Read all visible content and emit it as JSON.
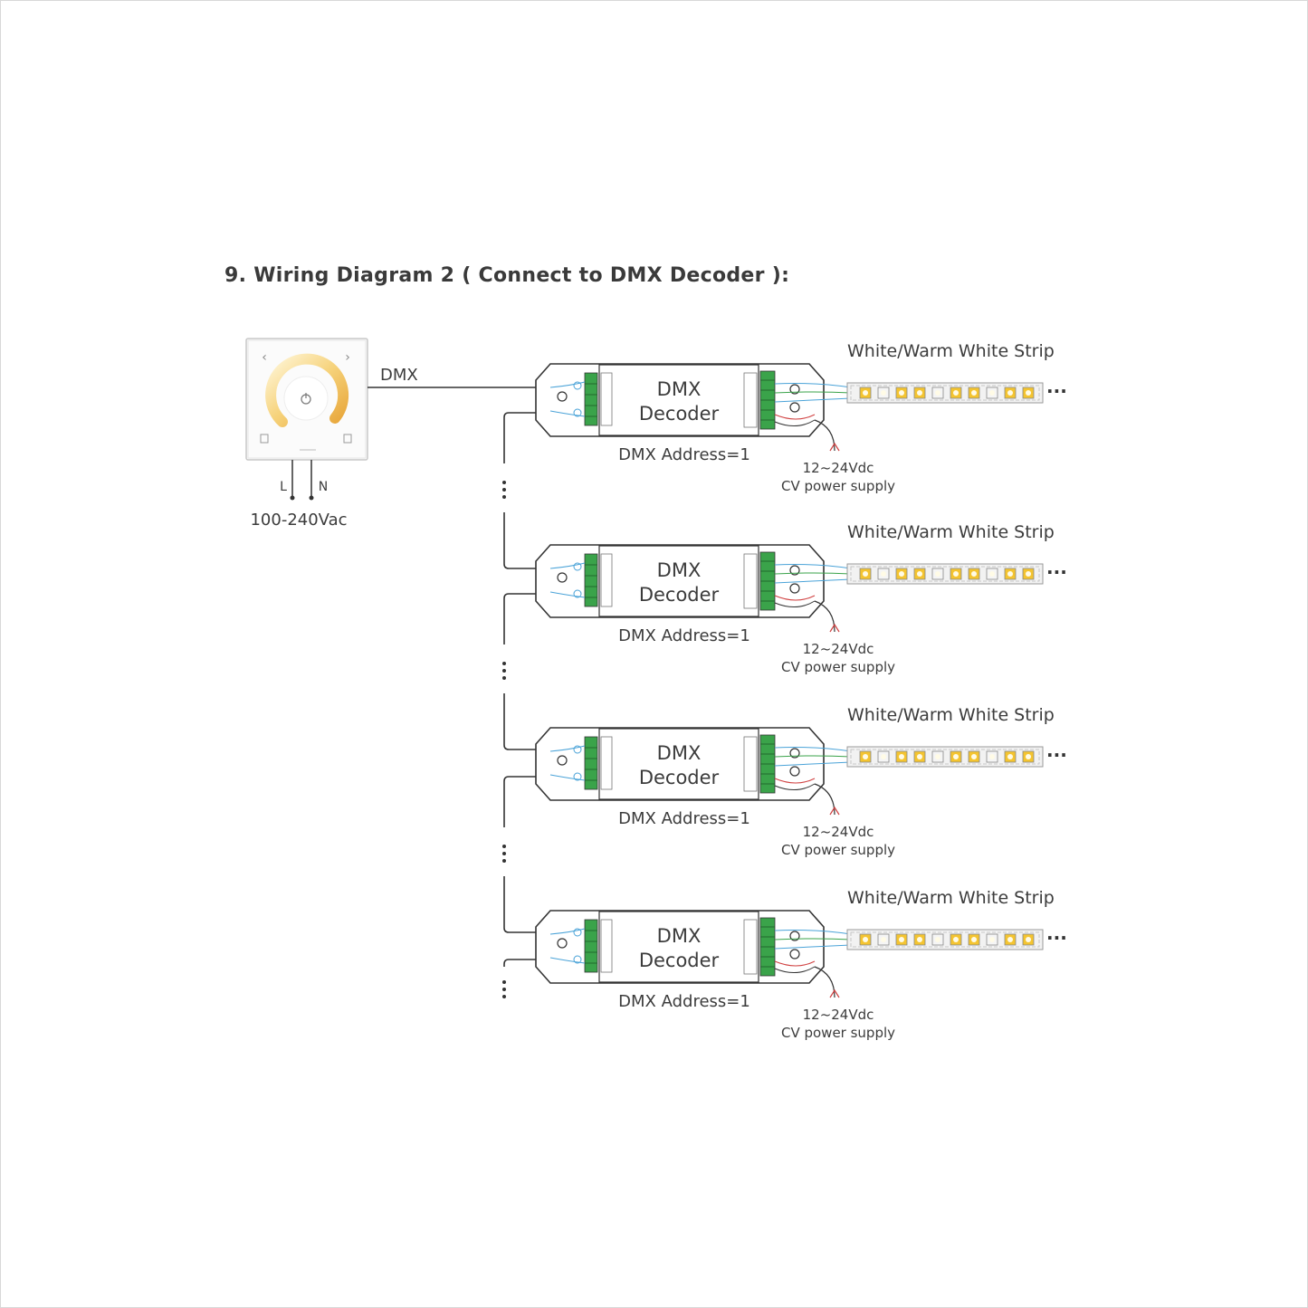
{
  "title": "9. Wiring Diagram 2 ( Connect to DMX Decoder ):",
  "controller": {
    "signal_label": "DMX",
    "live_label": "L",
    "neutral_label": "N",
    "mains_label": "100-240Vac"
  },
  "decoders": [
    {
      "line1": "DMX",
      "line2": "Decoder",
      "address_label": "DMX Address=1",
      "strip_label": "White/Warm White Strip",
      "supply_voltage": "12~24Vdc",
      "supply_label": "CV power supply"
    },
    {
      "line1": "DMX",
      "line2": "Decoder",
      "address_label": "DMX Address=1",
      "strip_label": "White/Warm White Strip",
      "supply_voltage": "12~24Vdc",
      "supply_label": "CV power supply"
    },
    {
      "line1": "DMX",
      "line2": "Decoder",
      "address_label": "DMX Address=1",
      "strip_label": "White/Warm White Strip",
      "supply_voltage": "12~24Vdc",
      "supply_label": "CV power supply"
    },
    {
      "line1": "DMX",
      "line2": "Decoder",
      "address_label": "DMX Address=1",
      "strip_label": "White/Warm White Strip",
      "supply_voltage": "12~24Vdc",
      "supply_label": "CV power supply"
    }
  ],
  "colors": {
    "wire": "#333333",
    "terminal_green": "#3aa34a",
    "wire_blue": "#4aa3d8",
    "wire_red": "#d04040",
    "led_warm": "#f4c430",
    "led_white": "#f5f5f5"
  }
}
